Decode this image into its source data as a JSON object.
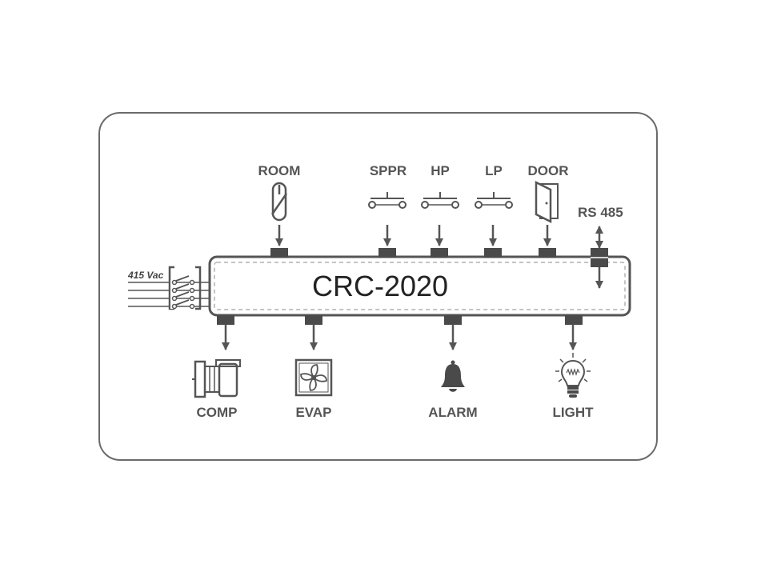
{
  "controller": {
    "name": "CRC-2020"
  },
  "supply": {
    "label": "415 Vac"
  },
  "inputs": [
    {
      "id": "room",
      "label": "ROOM"
    },
    {
      "id": "sppr",
      "label": "SPPR"
    },
    {
      "id": "hp",
      "label": "HP"
    },
    {
      "id": "lp",
      "label": "LP"
    },
    {
      "id": "door",
      "label": "DOOR"
    }
  ],
  "comm": {
    "label": "RS 485"
  },
  "outputs": [
    {
      "id": "comp",
      "label": "COMP"
    },
    {
      "id": "evap",
      "label": "EVAP"
    },
    {
      "id": "alarm",
      "label": "ALARM"
    },
    {
      "id": "light",
      "label": "LIGHT"
    }
  ],
  "colors": {
    "stroke": "#555555",
    "terminal": "#4a4a4a",
    "text": "#555555"
  }
}
